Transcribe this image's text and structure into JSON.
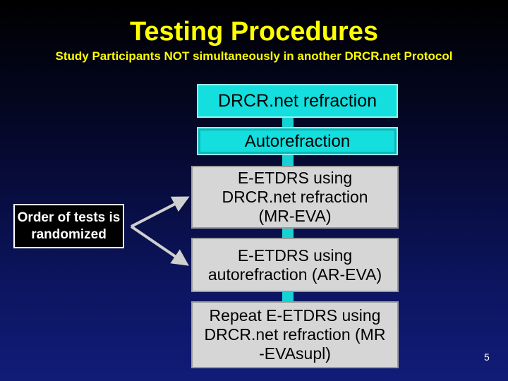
{
  "slide": {
    "title": "Testing Procedures",
    "subtitle": "Study Participants NOT simultaneously in another  DRCR.net Protocol",
    "page_number": "5"
  },
  "flow": {
    "step1": "DRCR.net refraction",
    "step2": "Autorefraction",
    "step3": "E-ETDRS using DRCR.net refraction (MR-EVA)",
    "step4": "E-ETDRS using autorefraction (AR-EVA)",
    "step5": "Repeat E-ETDRS using DRCR.net refraction (MR -EVAsupl)"
  },
  "randomization_note": "Order of tests is randomized",
  "colors": {
    "title": "#ffff00",
    "cyan_box": "#14dede",
    "grey_box": "#d6d6d6",
    "arrow": "#cfcfcf"
  }
}
